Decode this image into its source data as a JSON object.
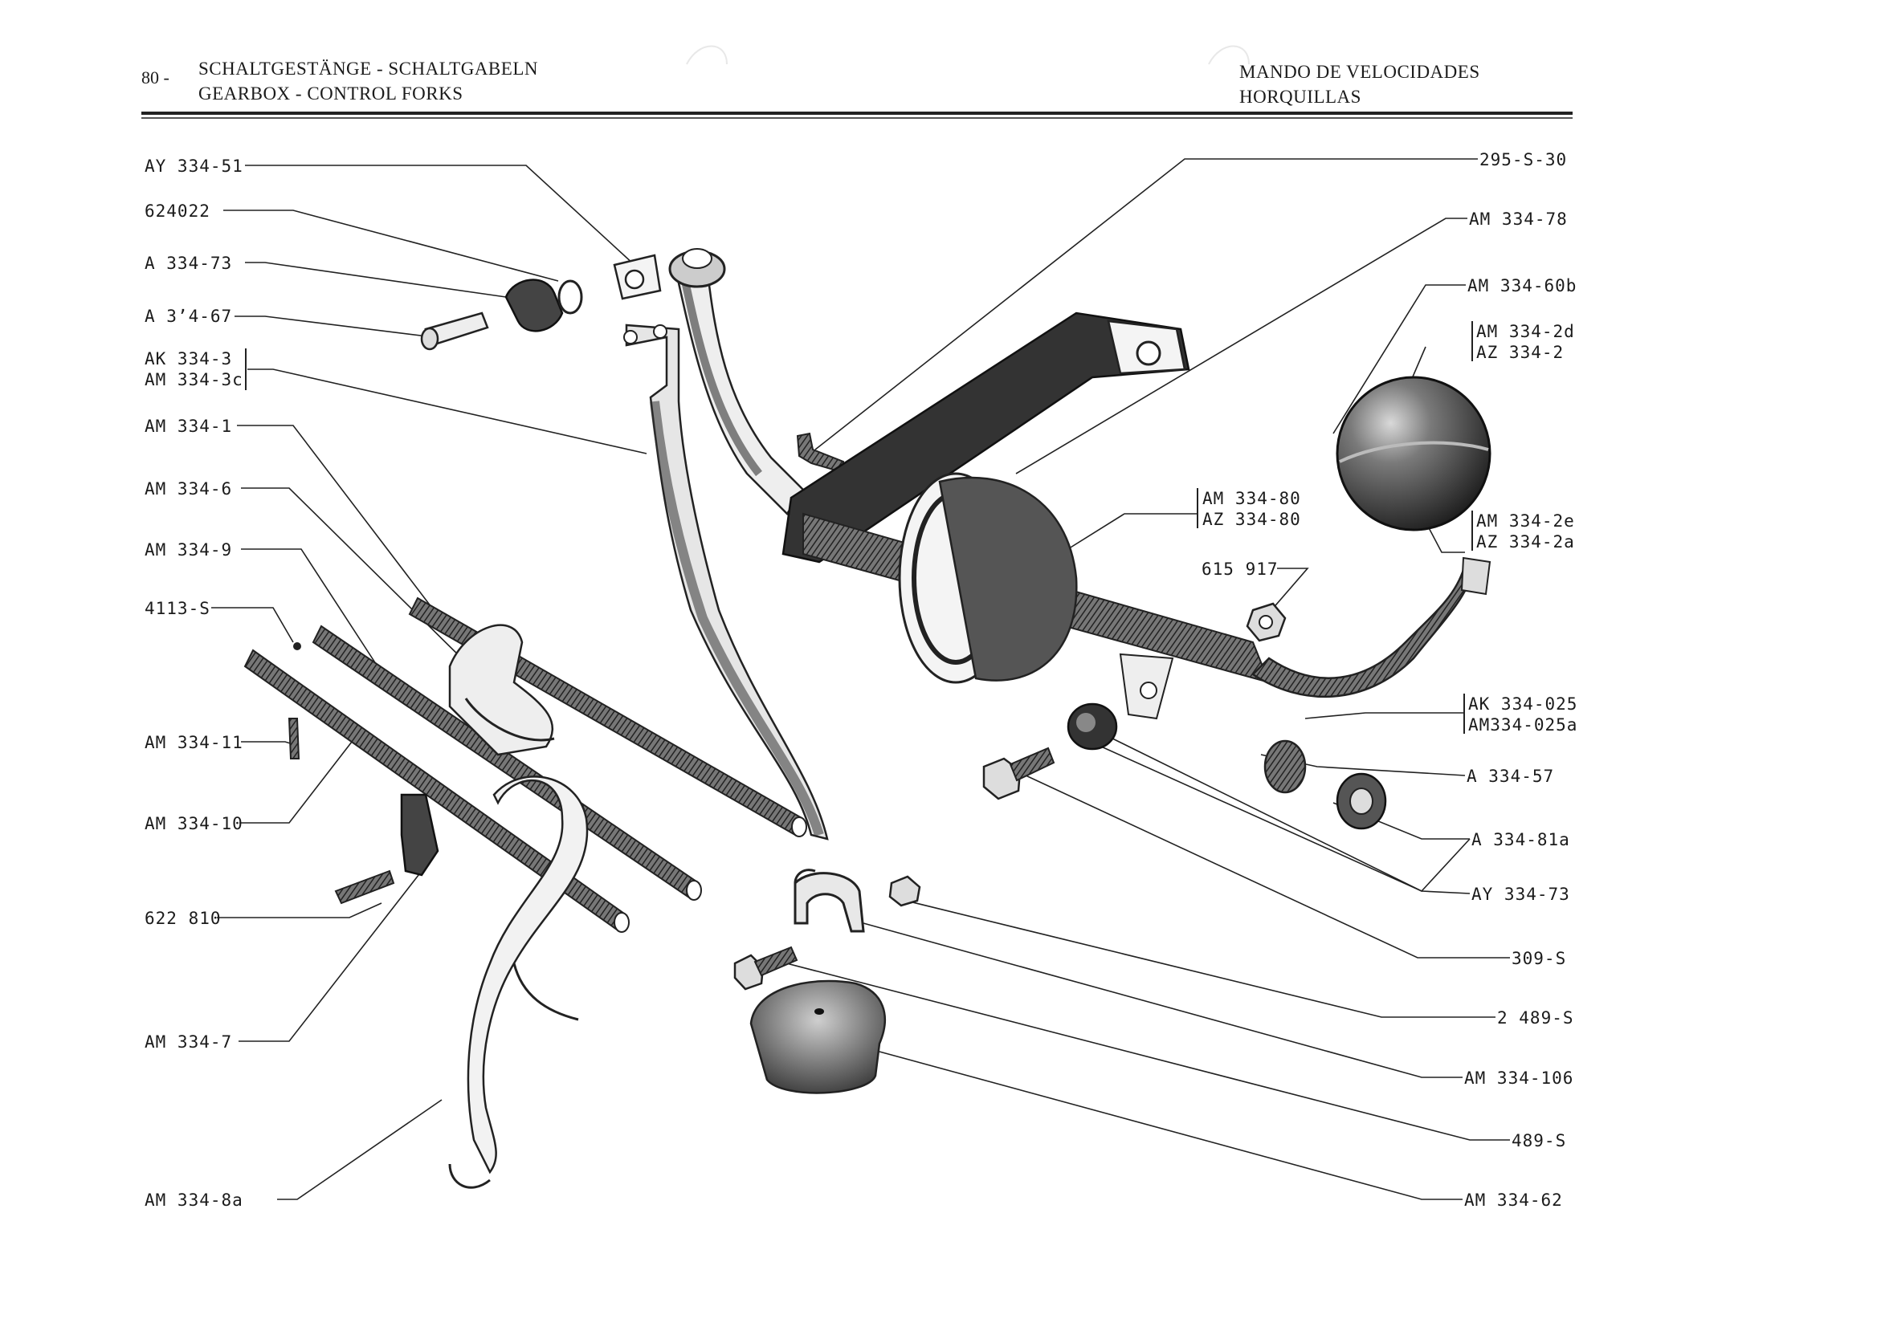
{
  "header": {
    "page_number": "80 -",
    "title_de": "SCHALTGESTÄNGE - SCHALTGABELN",
    "title_en": "GEARBOX - CONTROL FORKS",
    "title_es_1": "MANDO DE VELOCIDADES",
    "title_es_2": "HORQUILLAS"
  },
  "labels_left": {
    "l1": "AY 334-51",
    "l2": "624022",
    "l3": "A  334-73",
    "l4": "A  3ʼ4-67",
    "l5a": "AK 334-3",
    "l5b": "AM 334-3c",
    "l6": "AM 334-1",
    "l7": "AM 334-6",
    "l8": "AM 334-9",
    "l9": "4113-S",
    "l10": "AM 334-11",
    "l11": "AM 334-10",
    "l12": "622 810",
    "l13": "AM 334-7",
    "l14": "AM 334-8a"
  },
  "labels_right": {
    "r1": "295-S-30",
    "r2": "AM 334-78",
    "r3": "AM 334-60b",
    "r4a": "AM 334-2d",
    "r4b": "AZ 334-2",
    "r5a": "AM 334-80",
    "r5b": "AZ 334-80",
    "r6a": "AM 334-2e",
    "r6b": "AZ 334-2a",
    "r7": "615 917",
    "r8a": "AK 334-025",
    "r8b": "AM334-025a",
    "r9": "A  334-57",
    "r10": "A  334-81a",
    "r11": "AY 334-73",
    "r12": "309-S",
    "r13": "2 489-S",
    "r14": "AM 334-106",
    "r15": "489-S",
    "r16": "AM 334-62"
  },
  "colors": {
    "ink": "#1b1b1b",
    "paper": "#ffffff",
    "shade": "#444444"
  }
}
